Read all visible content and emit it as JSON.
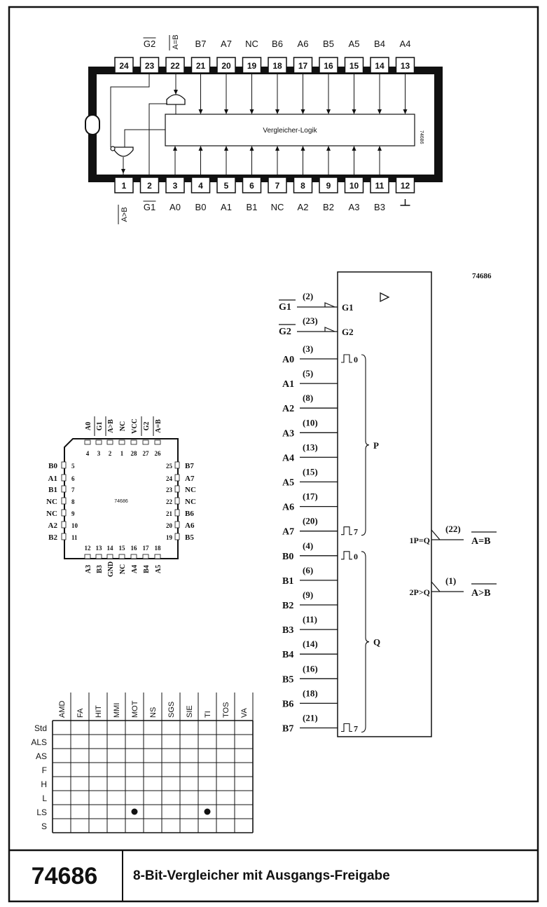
{
  "title": "74686",
  "subtitle": "8-Bit-Vergleicher mit Ausgangs-Freigabe",
  "dip": {
    "logic_label": "Vergleicher-Logik",
    "chip_id": "74686",
    "top_pins": [
      {
        "num": "24",
        "label": ""
      },
      {
        "num": "23",
        "label": "G2"
      },
      {
        "num": "22",
        "label": "A=B"
      },
      {
        "num": "21",
        "label": "B7"
      },
      {
        "num": "20",
        "label": "A7"
      },
      {
        "num": "19",
        "label": "NC"
      },
      {
        "num": "18",
        "label": "B6"
      },
      {
        "num": "17",
        "label": "A6"
      },
      {
        "num": "16",
        "label": "B5"
      },
      {
        "num": "15",
        "label": "A5"
      },
      {
        "num": "14",
        "label": "B4"
      },
      {
        "num": "13",
        "label": "A4"
      }
    ],
    "bottom_pins": [
      {
        "num": "1",
        "label": "A>B"
      },
      {
        "num": "2",
        "label": "G1"
      },
      {
        "num": "3",
        "label": "A0"
      },
      {
        "num": "4",
        "label": "B0"
      },
      {
        "num": "5",
        "label": "A1"
      },
      {
        "num": "6",
        "label": "B1"
      },
      {
        "num": "7",
        "label": "NC"
      },
      {
        "num": "8",
        "label": "A2"
      },
      {
        "num": "9",
        "label": "B2"
      },
      {
        "num": "10",
        "label": "A3"
      },
      {
        "num": "11",
        "label": "B3"
      },
      {
        "num": "12",
        "label": ""
      }
    ]
  },
  "plcc": {
    "chip_id": "74686",
    "top_labels": [
      "A0",
      "G1",
      "A>B",
      "NC",
      "VCC",
      "G2",
      "A=B"
    ],
    "top_nums": [
      "4",
      "3",
      "2",
      "1",
      "28",
      "27",
      "26"
    ],
    "left": [
      {
        "num": "5",
        "label": "B0"
      },
      {
        "num": "6",
        "label": "A1"
      },
      {
        "num": "7",
        "label": "B1"
      },
      {
        "num": "8",
        "label": "NC"
      },
      {
        "num": "9",
        "label": "NC"
      },
      {
        "num": "10",
        "label": "A2"
      },
      {
        "num": "11",
        "label": "B2"
      }
    ],
    "right": [
      {
        "num": "25",
        "label": "B7"
      },
      {
        "num": "24",
        "label": "A7"
      },
      {
        "num": "23",
        "label": "NC"
      },
      {
        "num": "22",
        "label": "NC"
      },
      {
        "num": "21",
        "label": "B6"
      },
      {
        "num": "20",
        "label": "A6"
      },
      {
        "num": "19",
        "label": "B5"
      }
    ],
    "bottom_nums": [
      "12",
      "13",
      "14",
      "15",
      "16",
      "17",
      "18"
    ],
    "bottom_labels": [
      "A3",
      "B3",
      "GND",
      "NC",
      "A4",
      "B4",
      "A5"
    ]
  },
  "logic_symbol": {
    "chip_id": "74686",
    "enables": [
      {
        "name": "G1",
        "pin": "(2)",
        "inner": "G1"
      },
      {
        "name": "G2",
        "pin": "(23)",
        "inner": "G2"
      }
    ],
    "p_inputs": [
      {
        "name": "A0",
        "pin": "(3)"
      },
      {
        "name": "A1",
        "pin": "(5)"
      },
      {
        "name": "A2",
        "pin": "(8)"
      },
      {
        "name": "A3",
        "pin": "(10)"
      },
      {
        "name": "A4",
        "pin": "(13)"
      },
      {
        "name": "A5",
        "pin": "(15)"
      },
      {
        "name": "A6",
        "pin": "(17)"
      },
      {
        "name": "A7",
        "pin": "(20)"
      }
    ],
    "q_inputs": [
      {
        "name": "B0",
        "pin": "(4)"
      },
      {
        "name": "B1",
        "pin": "(6)"
      },
      {
        "name": "B2",
        "pin": "(9)"
      },
      {
        "name": "B3",
        "pin": "(11)"
      },
      {
        "name": "B4",
        "pin": "(14)"
      },
      {
        "name": "B5",
        "pin": "(16)"
      },
      {
        "name": "B6",
        "pin": "(18)"
      },
      {
        "name": "B7",
        "pin": "(21)"
      }
    ],
    "p_label": "P",
    "q_label": "Q",
    "bit0": "0",
    "bit7": "7",
    "outputs": [
      {
        "inner": "1P=Q",
        "pin": "(22)",
        "name": "A=B"
      },
      {
        "inner": "2P>Q",
        "pin": "(1)",
        "name": "A>B"
      }
    ]
  },
  "manufacturers": {
    "columns": [
      "AMD",
      "FA",
      "HIT",
      "MMI",
      "MOT",
      "NS",
      "SGS",
      "SIE",
      "TI",
      "TOS",
      "VA"
    ],
    "rows": [
      "Std",
      "ALS",
      "AS",
      "F",
      "H",
      "L",
      "LS",
      "S"
    ],
    "marks": [
      {
        "row": "LS",
        "col": "MOT"
      },
      {
        "row": "LS",
        "col": "TI"
      }
    ]
  }
}
